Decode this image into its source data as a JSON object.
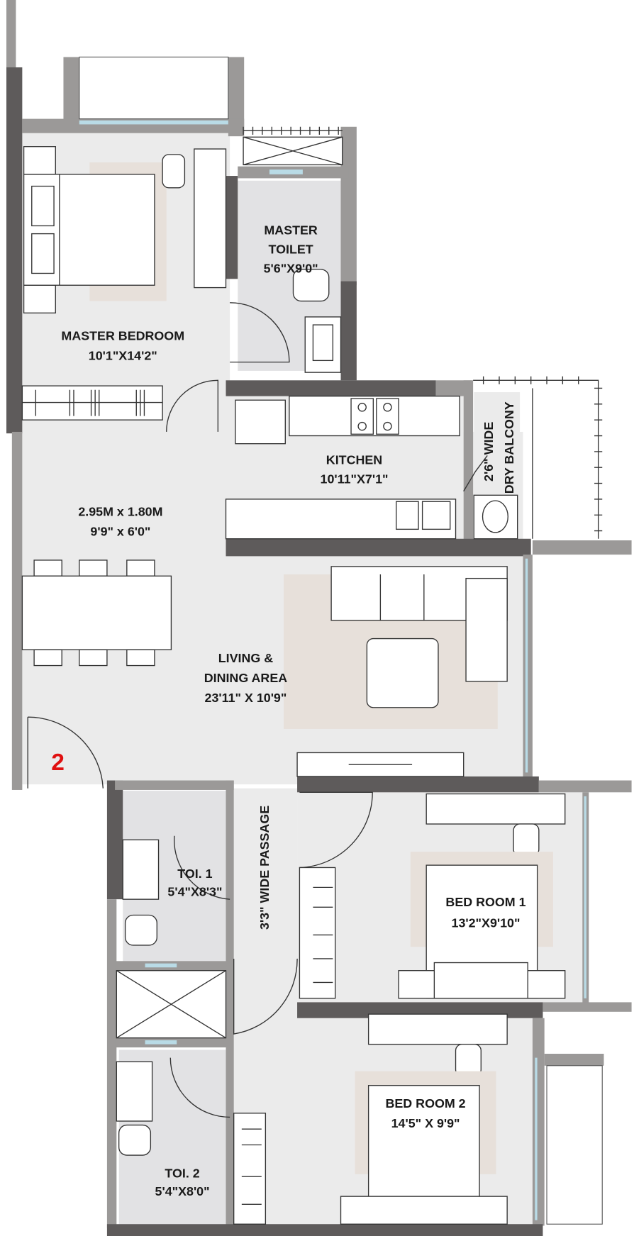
{
  "unit_number": "2",
  "colors": {
    "wall_dark": "#5e5b5b",
    "wall_light": "#9b9998",
    "floor": "#ebebeb",
    "rug": "#e7e0da",
    "unit_number": "#e01010",
    "glass": "#b9dbe6"
  },
  "rooms": {
    "master_bedroom": {
      "name": "MASTER BEDROOM",
      "size": "10'1\"X14'2\""
    },
    "master_toilet": {
      "name_line1": "MASTER",
      "name_line2": "TOILET",
      "size": "5'6\"X9'0\""
    },
    "kitchen": {
      "name": "KITCHEN",
      "size": "10'11\"X7'1\""
    },
    "dry_balcony": {
      "line1": "2'6\" WIDE",
      "line2": "DRY BALCONY"
    },
    "foyer": {
      "size_metric": "2.95M x 1.80M",
      "size_imperial": "9'9\" x 6'0\""
    },
    "living": {
      "name_line1": "LIVING &",
      "name_line2": "DINING AREA",
      "size": "23'11\" X 10'9\""
    },
    "passage": {
      "label": "3'3\" WIDE PASSAGE"
    },
    "toilet1": {
      "name": "TOI. 1",
      "size": "5'4\"X8'3\""
    },
    "bedroom1": {
      "name": "BED ROOM 1",
      "size": "13'2\"X9'10\""
    },
    "bedroom2": {
      "name": "BED ROOM 2",
      "size": "14'5\" X 9'9\""
    },
    "toilet2": {
      "name": "TOI. 2",
      "size": "5'4\"X8'0\""
    }
  }
}
